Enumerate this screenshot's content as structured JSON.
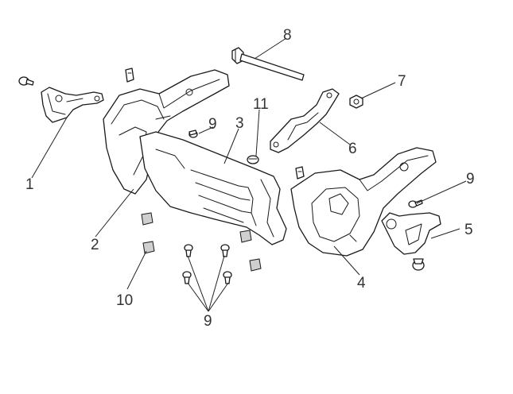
{
  "callouts": [
    {
      "id": "c1",
      "label": "1"
    },
    {
      "id": "c2",
      "label": "2"
    },
    {
      "id": "c3",
      "label": "3"
    },
    {
      "id": "c4",
      "label": "4"
    },
    {
      "id": "c5",
      "label": "5"
    },
    {
      "id": "c6",
      "label": "6"
    },
    {
      "id": "c7",
      "label": "7"
    },
    {
      "id": "c8",
      "label": "8"
    },
    {
      "id": "c9a",
      "label": "9"
    },
    {
      "id": "c9b",
      "label": "9"
    },
    {
      "id": "c9c",
      "label": "9"
    },
    {
      "id": "c10",
      "label": "10"
    },
    {
      "id": "c11",
      "label": "11"
    }
  ],
  "colors": {
    "line": "#1a1a1a",
    "text": "#333333",
    "background": "#ffffff"
  }
}
